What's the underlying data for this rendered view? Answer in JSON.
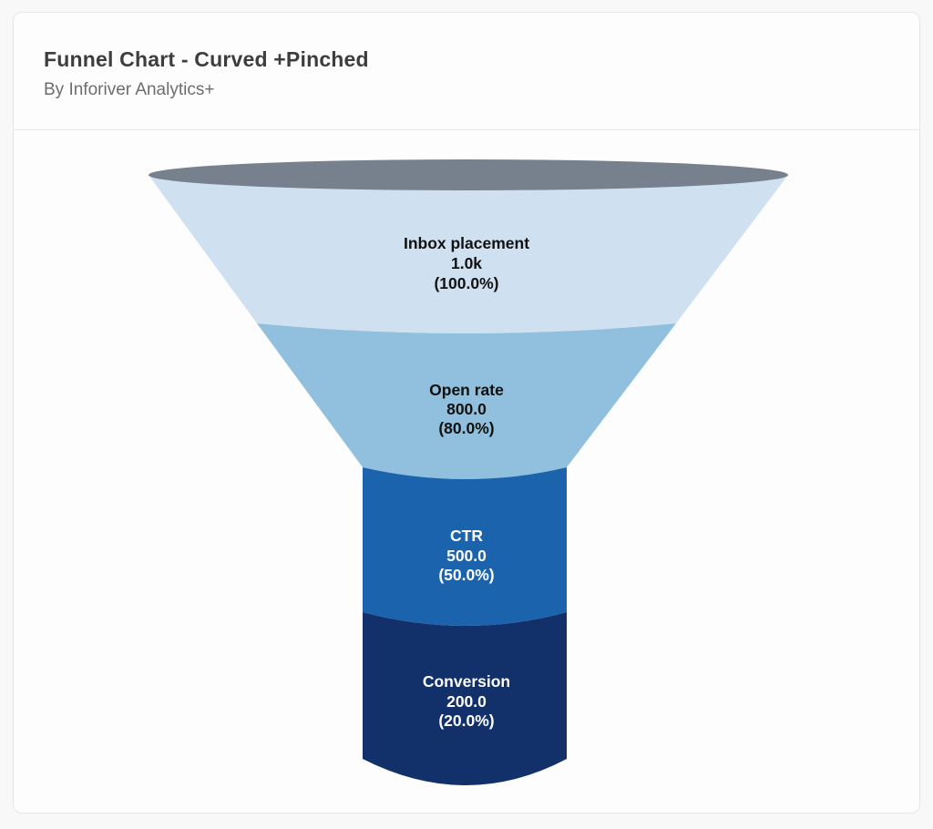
{
  "header": {
    "title_label": "Funnel Chart - Curved +Pinched",
    "subtitle_label": "By Inforiver Analytics+"
  },
  "chart_data": {
    "type": "funnel",
    "variant": "curved-pinched",
    "title": "Funnel Chart - Curved +Pinched",
    "subtitle": "By Inforiver Analytics+",
    "top_opening_color": "#77818d",
    "stages": [
      {
        "label": "Inbox placement",
        "value": 1000,
        "value_label": "1.0k",
        "percent": 100.0,
        "percent_label": "(100.0%)",
        "color": "#cfe0f1",
        "text_color": "#111111"
      },
      {
        "label": "Open rate",
        "value": 800,
        "value_label": "800.0",
        "percent": 80.0,
        "percent_label": "(80.0%)",
        "color": "#90c0dd",
        "text_color": "#111111"
      },
      {
        "label": "CTR",
        "value": 500,
        "value_label": "500.0",
        "percent": 50.0,
        "percent_label": "(50.0%)",
        "color": "#1c63ae",
        "text_color": "#ffffff"
      },
      {
        "label": "Conversion",
        "value": 200,
        "value_label": "200.0",
        "percent": 20.0,
        "percent_label": "(20.0%)",
        "color": "#12306a",
        "text_color": "#ffffff"
      }
    ]
  }
}
